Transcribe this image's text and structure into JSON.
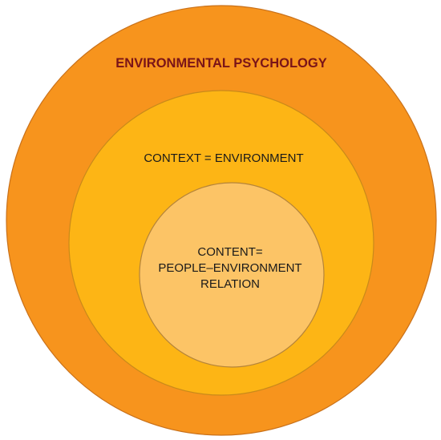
{
  "diagram": {
    "outer": {
      "label": "ENVIRONMENTAL PSYCHOLOGY",
      "fill": "#F7941D",
      "stroke": "#C9711A",
      "label_color": "#7A1418"
    },
    "middle": {
      "label": "CONTEXT = ENVIRONMENT",
      "fill": "#FDB515",
      "stroke": "#C98A1A",
      "label_color": "#1A1A1A"
    },
    "inner": {
      "label_lines": [
        "CONTENT=",
        "PEOPLE–ENVIRONMENT",
        "RELATION"
      ],
      "fill": "#FCC466",
      "stroke": "#B5843A",
      "label_color": "#1A1A1A"
    }
  }
}
